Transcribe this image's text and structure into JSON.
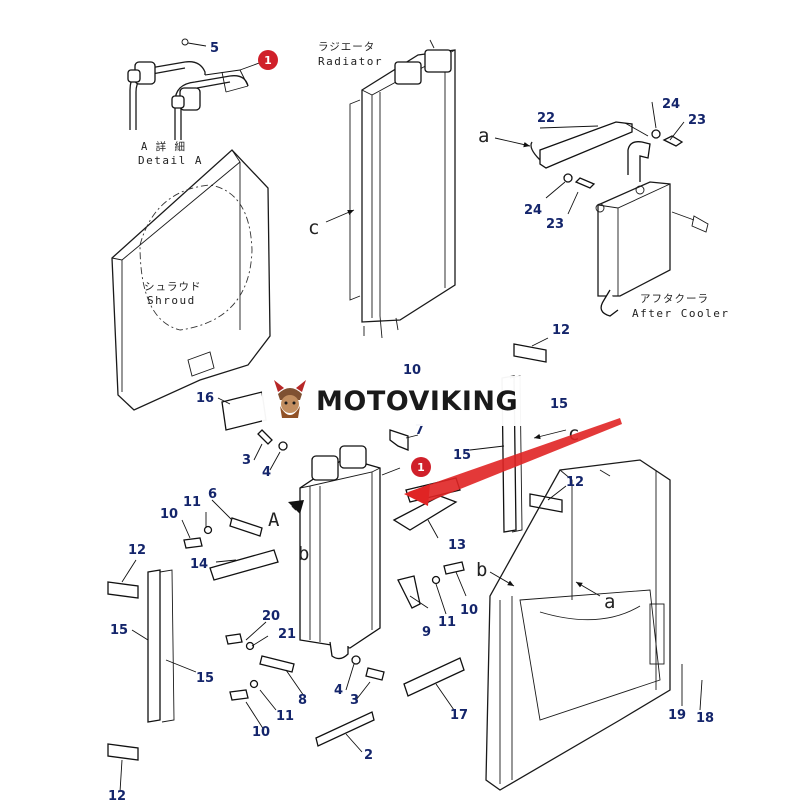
{
  "labels": {
    "radiator_jp": "ラジエータ",
    "radiator_en": "Radiator",
    "aftercooler_jp": "アフタクーラ",
    "aftercooler_en": "After Cooler",
    "shroud_jp": "シュラウド",
    "shroud_en": "Shroud",
    "detail_jp": "A 詳 細",
    "detail_en": "Detail A"
  },
  "refs": {
    "a1": "a",
    "a2": "a",
    "b1": "b",
    "b2": "b",
    "c1": "c",
    "c2": "c",
    "A": "A"
  },
  "badges": {
    "top": "1",
    "center": "1"
  },
  "callouts": {
    "n5": "5",
    "n22": "22",
    "n24a": "24",
    "n23a": "23",
    "n24b": "24",
    "n23b": "23",
    "n12a": "12",
    "n10a": "10",
    "n15a": "15",
    "n16": "16",
    "n7": "7",
    "n15b": "15",
    "n3a": "3",
    "n4a": "4",
    "n12b": "12",
    "n6": "6",
    "n11a": "11",
    "n10b": "10",
    "n13": "13",
    "n14": "14",
    "n12c": "12",
    "n15c": "15",
    "n15d": "15",
    "n20": "20",
    "n21": "21",
    "n9": "9",
    "n11b": "11",
    "n10c": "10",
    "n8": "8",
    "n4b": "4",
    "n3b": "3",
    "n11c": "11",
    "n10d": "10",
    "n17": "17",
    "n2": "2",
    "n19": "19",
    "n18": "18",
    "n12d": "12"
  },
  "watermark": {
    "brand": "MOTOVIKING"
  },
  "colors": {
    "callout": "#14256b",
    "badge": "#d0202a",
    "leader_arrow": "#e02424",
    "lines": "#1a1a1a"
  }
}
